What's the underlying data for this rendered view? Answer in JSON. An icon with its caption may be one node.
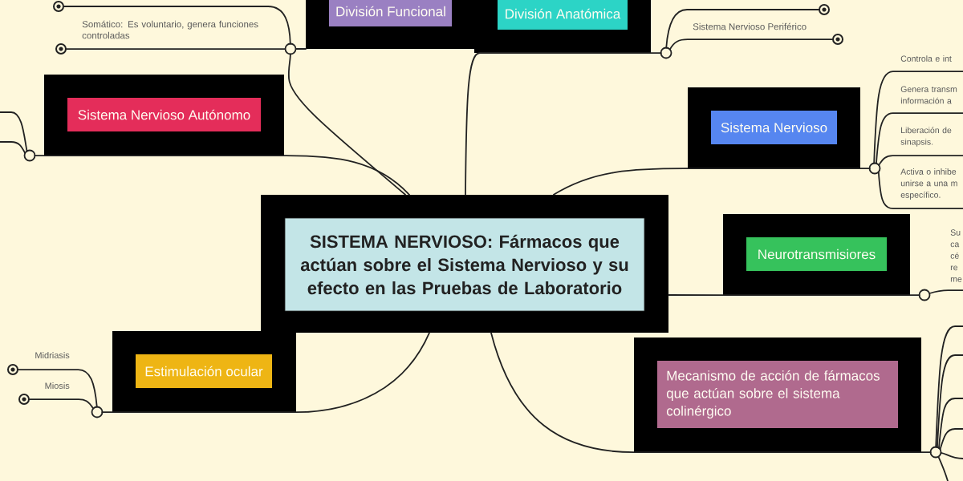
{
  "diagram": {
    "nodes": [
      {
        "text": [
          "SISTEMA NERVIOSO: Fármacos que actúan sobre el Sistema Nervioso y su efecto en las Pruebas de Laboratorio"
        ]
      },
      {
        "text": [
          "División Funcional"
        ]
      },
      {
        "text": [],
        "shape": "circle"
      },
      {
        "text": [
          "Somático: Es voluntario, genera funciones controladas"
        ]
      },
      {
        "text": [
          "División Anatómica"
        ]
      },
      {
        "text": [],
        "shape": "circle"
      },
      {
        "text": [
          "Sistema Nervioso Periférico"
        ]
      },
      {
        "text": [
          "Sistema Nervioso Autónomo"
        ]
      },
      {
        "text": [
          "Sistema Nervioso"
        ]
      },
      {
        "text": [
          "Controla e int"
        ]
      },
      {
        "text": [
          "Genera transm información a"
        ]
      },
      {
        "text": [
          "Liberación de sinapsis."
        ]
      },
      {
        "text": [
          "Activa o inhibe unirse a una m específico."
        ]
      },
      {
        "text": [
          "Neurotransmisiores"
        ]
      },
      {
        "text": [
          "Su ca cé re me"
        ]
      },
      {
        "text": [
          "Estimulación ocular"
        ]
      },
      {
        "text": [
          "Midriasis"
        ]
      },
      {
        "text": [
          "Miosis"
        ]
      },
      {
        "text": [
          "Mecanismo de acción de fármacos que actúan sobre el sistema colinérgico"
        ]
      }
    ],
    "edges": [
      {
        "from": 0,
        "to": 1,
        "arrow": "none"
      },
      {
        "from": 1,
        "to": 2,
        "arrow": "none"
      },
      {
        "from": 1,
        "to": 3,
        "arrow": "none"
      },
      {
        "from": 0,
        "to": 4,
        "arrow": "none"
      },
      {
        "from": 4,
        "to": 5,
        "arrow": "none"
      },
      {
        "from": 4,
        "to": 6,
        "arrow": "none"
      },
      {
        "from": 0,
        "to": 7,
        "arrow": "none"
      },
      {
        "from": 7,
        "to": null,
        "arrow": "none"
      },
      {
        "from": 7,
        "to": null,
        "arrow": "none"
      },
      {
        "from": 0,
        "to": 8,
        "arrow": "none"
      },
      {
        "from": 8,
        "to": 9,
        "arrow": "none"
      },
      {
        "from": 8,
        "to": 10,
        "arrow": "none"
      },
      {
        "from": 8,
        "to": 11,
        "arrow": "none"
      },
      {
        "from": 8,
        "to": 12,
        "arrow": "none"
      },
      {
        "from": 0,
        "to": 13,
        "arrow": "none"
      },
      {
        "from": 13,
        "to": 14,
        "arrow": "none"
      },
      {
        "from": 0,
        "to": 15,
        "arrow": "none"
      },
      {
        "from": 15,
        "to": 16,
        "arrow": "none"
      },
      {
        "from": 15,
        "to": 17,
        "arrow": "none"
      },
      {
        "from": 0,
        "to": 18,
        "arrow": "none"
      },
      {
        "from": 18,
        "to": null,
        "arrow": "none"
      },
      {
        "from": 18,
        "to": null,
        "arrow": "none"
      },
      {
        "from": 18,
        "to": null,
        "arrow": "none"
      },
      {
        "from": 18,
        "to": null,
        "arrow": "none"
      },
      {
        "from": 18,
        "to": null,
        "arrow": "none"
      },
      {
        "from": 18,
        "to": null,
        "arrow": "none"
      }
    ]
  }
}
